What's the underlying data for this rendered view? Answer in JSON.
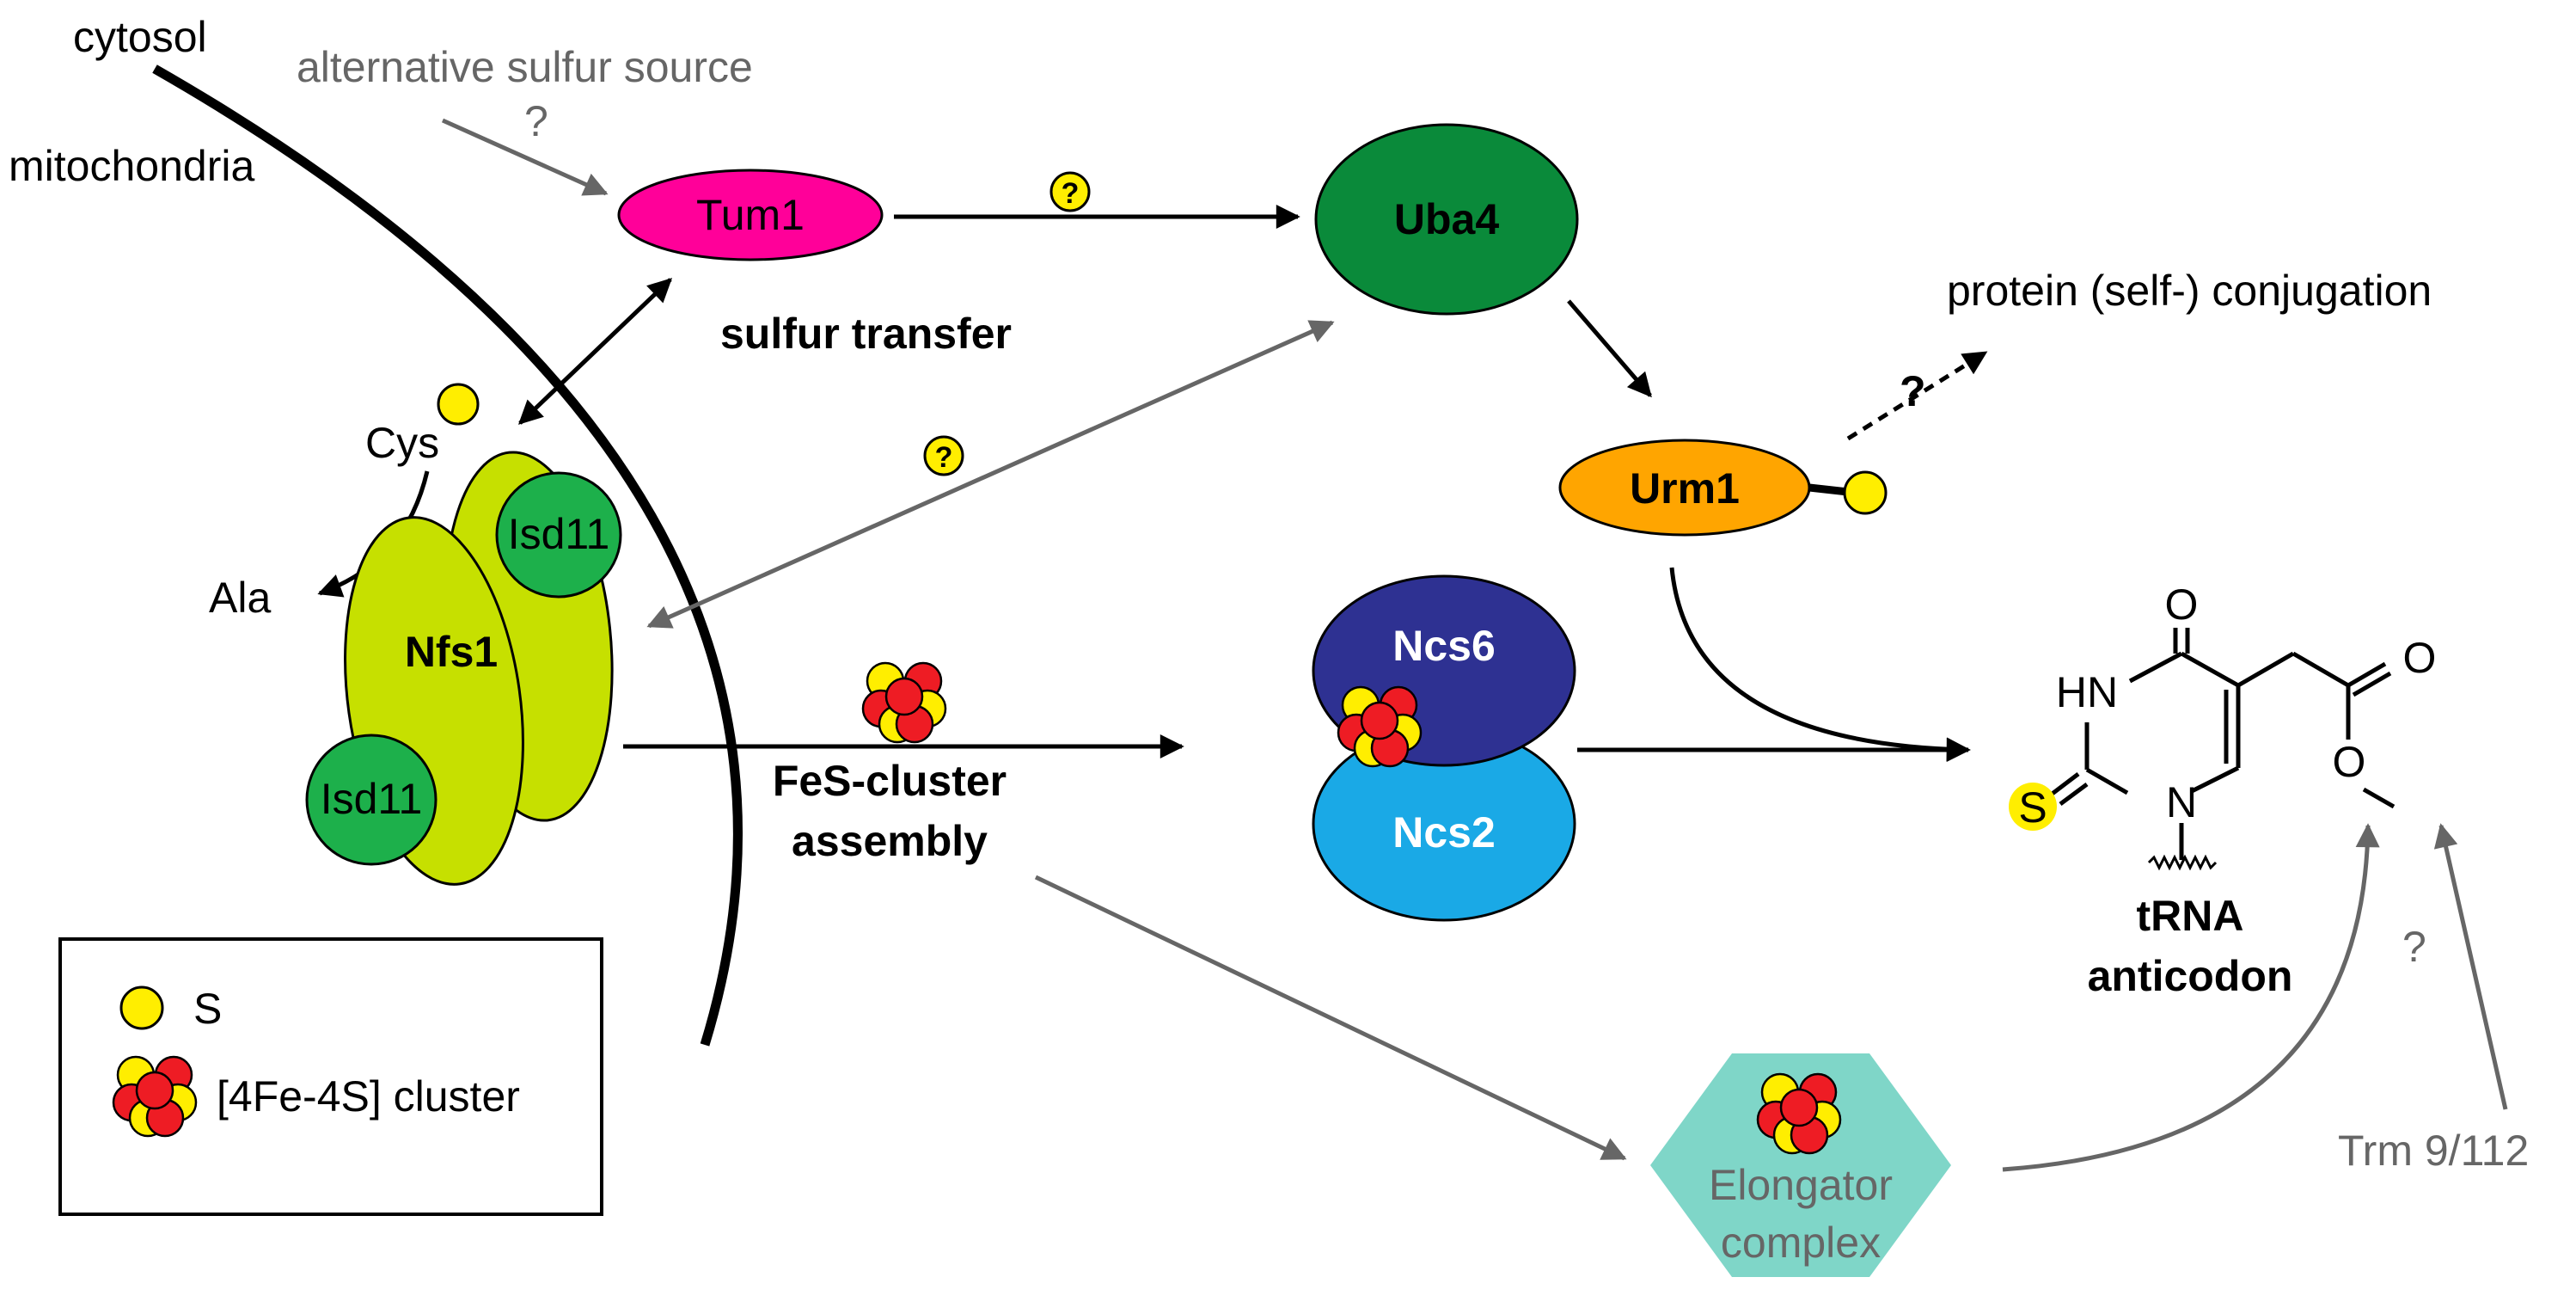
{
  "labels": {
    "cytosol": "cytosol",
    "mitochondria": "mitochondria",
    "alt_sulfur_source": "alternative sulfur source",
    "alt_question": "?",
    "sulfur_transfer": "sulfur transfer",
    "protein_conjugation": "protein (self-) conjugation",
    "conj_question": "?",
    "cys": "Cys",
    "ala": "Ala",
    "fes_line1": "FeS-cluster",
    "fes_line2": "assembly",
    "trna_line1": "tRNA",
    "trna_line2": "anticodon",
    "trm": "Trm 9/112",
    "trm_question": "?",
    "q_badge": "?"
  },
  "proteins": {
    "tum1": "Tum1",
    "uba4": "Uba4",
    "urm1": "Urm1",
    "nfs1": "Nfs1",
    "isd11_top": "Isd11",
    "isd11_bottom": "Isd11",
    "ncs6": "Ncs6",
    "ncs2": "Ncs2",
    "elongator_line1": "Elongator",
    "elongator_line2": "complex"
  },
  "molecule": {
    "atom_o_top": "O",
    "atom_o_right": "O",
    "atom_o_ester": "O",
    "atom_hn": "HN",
    "atom_n": "N",
    "atom_s": "S"
  },
  "legend": {
    "sulfur_label": "S",
    "cluster_label": "[4Fe-4S] cluster"
  },
  "colors": {
    "tum1": "#ff0099",
    "uba4": "#0a8a3a",
    "urm1": "#ffa500",
    "nfs1": "#c6e000",
    "isd11": "#1db04b",
    "ncs6": "#2e3192",
    "ncs2": "#1aa9e6",
    "elongator": "#7fd6c8",
    "sulfur": "#ffee00",
    "iron": "#ee1c24",
    "gray_arrow": "#666666"
  }
}
